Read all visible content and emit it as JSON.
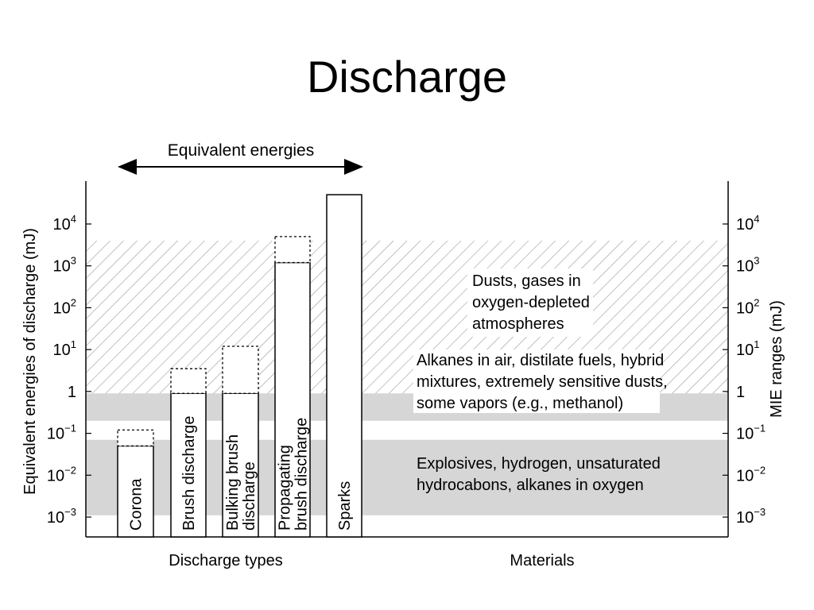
{
  "slide": {
    "title": "Discharge"
  },
  "chart_data": {
    "type": "bar",
    "scale": "log",
    "title": "Equivalent energies",
    "ylabel_left": "Equivalent energies of discharge (mJ)",
    "ylabel_right": "MIE ranges (mJ)",
    "xlabel_left": "Discharge types",
    "xlabel_right": "Materials",
    "ylim": [
      0.0005,
      60000
    ],
    "ticks": [
      {
        "value": 10000,
        "base": "10",
        "exp": "4"
      },
      {
        "value": 1000,
        "base": "10",
        "exp": "3"
      },
      {
        "value": 100,
        "base": "10",
        "exp": "2"
      },
      {
        "value": 10,
        "base": "10",
        "exp": "1"
      },
      {
        "value": 1,
        "base": "1",
        "exp": ""
      },
      {
        "value": 0.1,
        "base": "10",
        "exp": "−1"
      },
      {
        "value": 0.01,
        "base": "10",
        "exp": "−2"
      },
      {
        "value": 0.001,
        "base": "10",
        "exp": "−3"
      }
    ],
    "bars": [
      {
        "name": "Corona",
        "low": 0.0005,
        "value": 0.05,
        "upper": 0.12
      },
      {
        "name": "Brush discharge",
        "low": 0.0005,
        "value": 0.9,
        "upper": 3.5
      },
      {
        "name": "Bulking brush discharge",
        "low": 0.0005,
        "value": 0.9,
        "upper": 12
      },
      {
        "name": "Propagating brush discharge",
        "low": 0.0005,
        "value": 1200,
        "upper": 5000
      },
      {
        "name": "Sparks",
        "low": 0.0005,
        "value": 50000,
        "upper": null
      }
    ],
    "materials": [
      {
        "label_lines": [
          "Dusts, gases in",
          "oxygen-depleted",
          "atmospheres"
        ],
        "range": [
          0.2,
          4000
        ],
        "pattern": "hatched"
      },
      {
        "label_lines": [
          "Alkanes in air, distilate fuels, hybrid",
          "mixtures, extremely sensitive dusts,",
          "some vapors (e.g., methanol)"
        ],
        "range": [
          0.2,
          0.9
        ],
        "pattern": "gray"
      },
      {
        "label_lines": [
          "Explosives, hydrogen, unsaturated",
          "hydrocabons, alkanes in oxygen"
        ],
        "range": [
          0.0011,
          0.07
        ],
        "pattern": "gray"
      }
    ],
    "colors": {
      "shade": "#d6d6d6",
      "hatch": "#9a9a9a",
      "line": "#000000"
    }
  }
}
